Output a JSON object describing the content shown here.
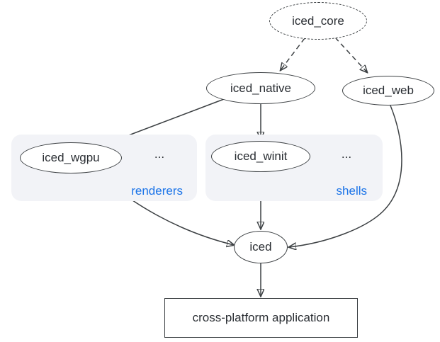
{
  "graph": {
    "nodes": {
      "iced_core": {
        "label": "iced_core"
      },
      "iced_native": {
        "label": "iced_native"
      },
      "iced_web": {
        "label": "iced_web"
      },
      "iced_wgpu": {
        "label": "iced_wgpu"
      },
      "iced_winit": {
        "label": "iced_winit"
      },
      "iced": {
        "label": "iced"
      },
      "app": {
        "label": "cross-platform application"
      }
    },
    "groups": {
      "renderers": {
        "label": "renderers",
        "ellipsis": "..."
      },
      "shells": {
        "label": "shells",
        "ellipsis": "..."
      }
    },
    "edges": [
      {
        "from": "iced_core",
        "to": "iced_native",
        "style": "dashed"
      },
      {
        "from": "iced_core",
        "to": "iced_web",
        "style": "dashed"
      },
      {
        "from": "iced_native",
        "to": "iced_wgpu",
        "style": "solid"
      },
      {
        "from": "iced_native",
        "to": "iced_winit",
        "style": "solid"
      },
      {
        "from": "iced_wgpu",
        "to": "iced",
        "style": "solid"
      },
      {
        "from": "iced_winit",
        "to": "iced",
        "style": "solid"
      },
      {
        "from": "iced_web",
        "to": "iced",
        "style": "solid"
      },
      {
        "from": "iced",
        "to": "app",
        "style": "solid"
      }
    ],
    "colors": {
      "line": "#3c4043",
      "text": "#2a2e33",
      "group_fill": "#f2f3f7",
      "group_label": "#1a73e8",
      "background": "#ffffff"
    }
  }
}
